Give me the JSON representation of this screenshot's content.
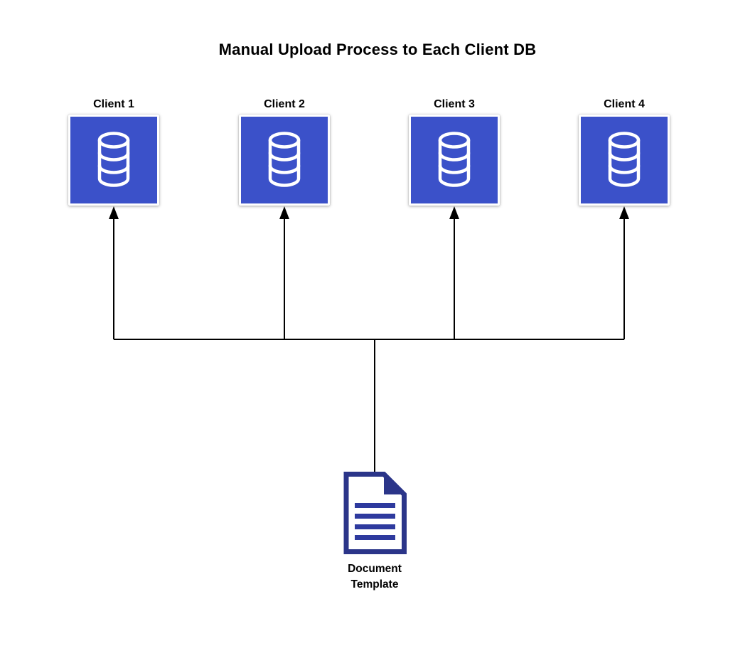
{
  "diagram": {
    "title": "Manual Upload Process to Each Client DB",
    "clients": [
      {
        "label": "Client 1",
        "icon": "database-icon"
      },
      {
        "label": "Client 2",
        "icon": "database-icon"
      },
      {
        "label": "Client 3",
        "icon": "database-icon"
      },
      {
        "label": "Client 4",
        "icon": "database-icon"
      }
    ],
    "source": {
      "label": "Document Template",
      "icon": "document-icon"
    },
    "connections": [
      {
        "from": "Document Template",
        "to": "Client 1",
        "arrow": "into-client"
      },
      {
        "from": "Document Template",
        "to": "Client 2",
        "arrow": "into-client"
      },
      {
        "from": "Document Template",
        "to": "Client 3",
        "arrow": "into-client"
      },
      {
        "from": "Document Template",
        "to": "Client 4",
        "arrow": "into-client"
      }
    ],
    "colors": {
      "background": "#ffffff",
      "title_text": "#000000",
      "connector": "#000000",
      "client_box_fill": "#3b51c9",
      "database_icon_stroke": "#ffffff",
      "document_outline": "#2b3589",
      "document_lines": "#2e3a9e"
    }
  }
}
